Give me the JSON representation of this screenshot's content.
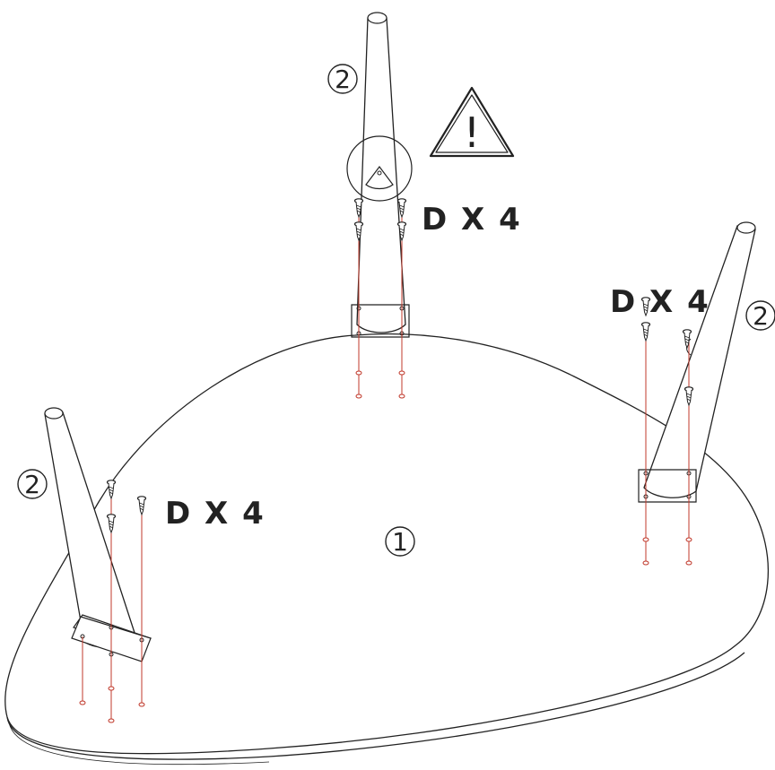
{
  "table_top": {
    "part_number": "1"
  },
  "legs": [
    {
      "part_number": "2",
      "screw_label": "D X 4"
    },
    {
      "part_number": "2",
      "screw_label": "D X 4"
    },
    {
      "part_number": "2",
      "screw_label": "D X 4"
    }
  ],
  "warning": {
    "icon": "warning-triangle-icon",
    "symbol": "!"
  },
  "colors": {
    "line": "#222222",
    "guide": "#c0392b",
    "background": "#ffffff"
  }
}
